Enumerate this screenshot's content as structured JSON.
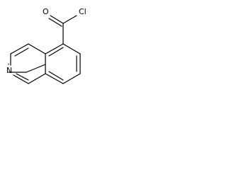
{
  "molecule": {
    "atoms": {
      "oxygen": "O",
      "chlorine": "Cl",
      "nitrogen": "N"
    },
    "colors": {
      "bond": "#000000",
      "text": "#000000",
      "background": "#ffffff"
    }
  }
}
